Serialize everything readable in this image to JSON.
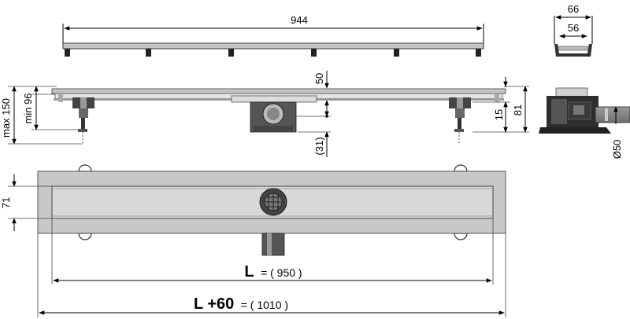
{
  "dimensions": {
    "top_length": "944",
    "profile_outer": "66",
    "profile_inner": "56",
    "max_height": "max 150",
    "min_height": "min 96",
    "dim_50": "50",
    "dim_31": "(31)",
    "dim_15": "15",
    "dim_81": "81",
    "dim_d50": "Ø50",
    "dim_71": "71"
  },
  "length_label": {
    "symbol": "L",
    "value": "= ( 950 )"
  },
  "total_label": {
    "symbol": "L +60",
    "value": "= ( 1010 )"
  }
}
